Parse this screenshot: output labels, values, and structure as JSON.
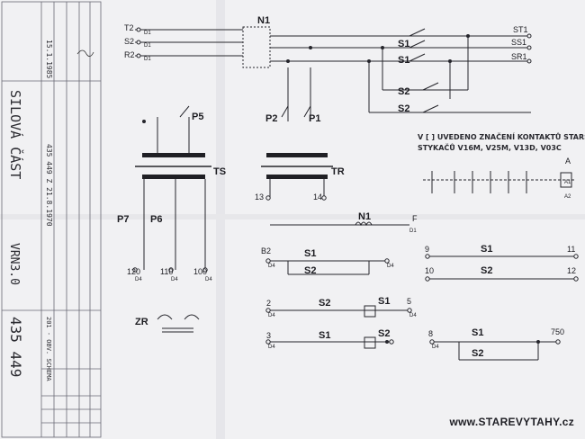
{
  "title_block": {
    "name": "SILOVÁ ČÁST",
    "type": "VRN3.0",
    "drawing_no": "435 449",
    "date_a": "15.1.1985",
    "ref_no": "435 449 Z 21.8.1970",
    "schema": "201 - OBV. SCHEMA"
  },
  "note": {
    "line1": "V [ ] UVEDENO ZNAČENÍ KONTAKTŮ STARŠÍCH",
    "line2": "STYKAČŮ V16M, V25M, V13D, V03C"
  },
  "watermark": "www.STAREVYTAHY.cz",
  "labels": {
    "N1": "N1",
    "T2": "T2",
    "S2": "S2",
    "R2": "R2",
    "ST1": "ST1",
    "SS1": "SS1",
    "SR1": "SR1",
    "P5": "P5",
    "P2": "P2",
    "P1": "P1",
    "TS": "TS",
    "TR": "TR",
    "P7": "P7",
    "P6": "P6",
    "ZR": "ZR",
    "S1": "S1",
    "S2b": "S2",
    "v120": "120",
    "v110": "110",
    "v100": "100",
    "n13": "13",
    "n14": "14",
    "n750": "750",
    "D1": "D1",
    "D4": "D4",
    "F": "F",
    "B2": "B2",
    "n2": "2",
    "n3": "3",
    "n5": "5",
    "n8": "8",
    "n9": "9",
    "n10": "10",
    "n11": "11",
    "n12": "12",
    "A": "A",
    "A1": "A1",
    "A2": "A2"
  }
}
